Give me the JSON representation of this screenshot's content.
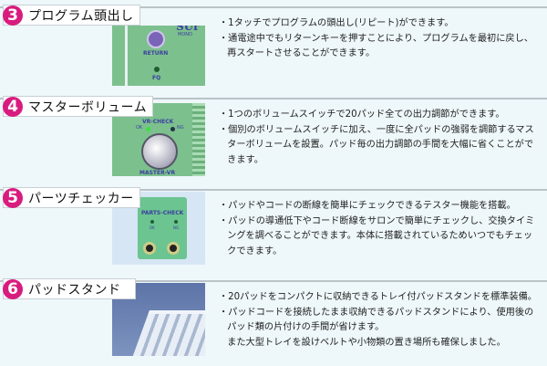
{
  "sections": [
    {
      "number": "3",
      "title": "プログラム頭出し",
      "bullets": [
        "・1タッチでプログラムの頭出し(リピート)ができます。",
        "・通電途中でもリターンキーを押すことにより、プログラムを最初に戻し、\n再スタートさせることができます。"
      ],
      "photo": {
        "labels": [
          "RETURN",
          "FQ",
          "MONO",
          "SUr"
        ]
      }
    },
    {
      "number": "4",
      "title": "マスターボリューム",
      "bullets": [
        "・1つのボリュームスイッチで20パッド全ての出力調節ができます。",
        "・個別のボリュームスイッチに加え、一度に全パッドの強弱を調節するマス\nターボリュームを設置。パッド毎の出力調節の手間を大幅に省くことがで\nきます。"
      ],
      "photo": {
        "labels": [
          "VR-CHECK",
          "OK",
          "NG",
          "MASTER-VR"
        ]
      }
    },
    {
      "number": "5",
      "title": "パーツチェッカー",
      "bullets": [
        "・パッドやコードの断線を簡単にチェックできるテスター機能を搭載。",
        "・パッドの導通低下やコード断線をサロンで簡単にチェックし、交換タイミ\nングを調べることができます。本体に搭載されているためいつでもチェッ\nクできます。"
      ],
      "photo": {
        "labels": [
          "PARTS-CHECK",
          "OK",
          "NG"
        ]
      }
    },
    {
      "number": "6",
      "title": "パッドスタンド",
      "bullets": [
        "・20パッドをコンパクトに収納できるトレイ付パッドスタンドを標準装備。",
        "・パッドコードを接続したまま収納できるパッドスタンドにより、使用後の\nパッド類の片付けの手間が省けます。\nまた大型トレイを設けベルトや小物類の置き場所も確保しました。"
      ],
      "photo": {
        "labels": []
      }
    }
  ],
  "colors": {
    "number_badge": "#d81b7e",
    "panel_green": "#7cc08e",
    "background": "#eef7fa"
  }
}
